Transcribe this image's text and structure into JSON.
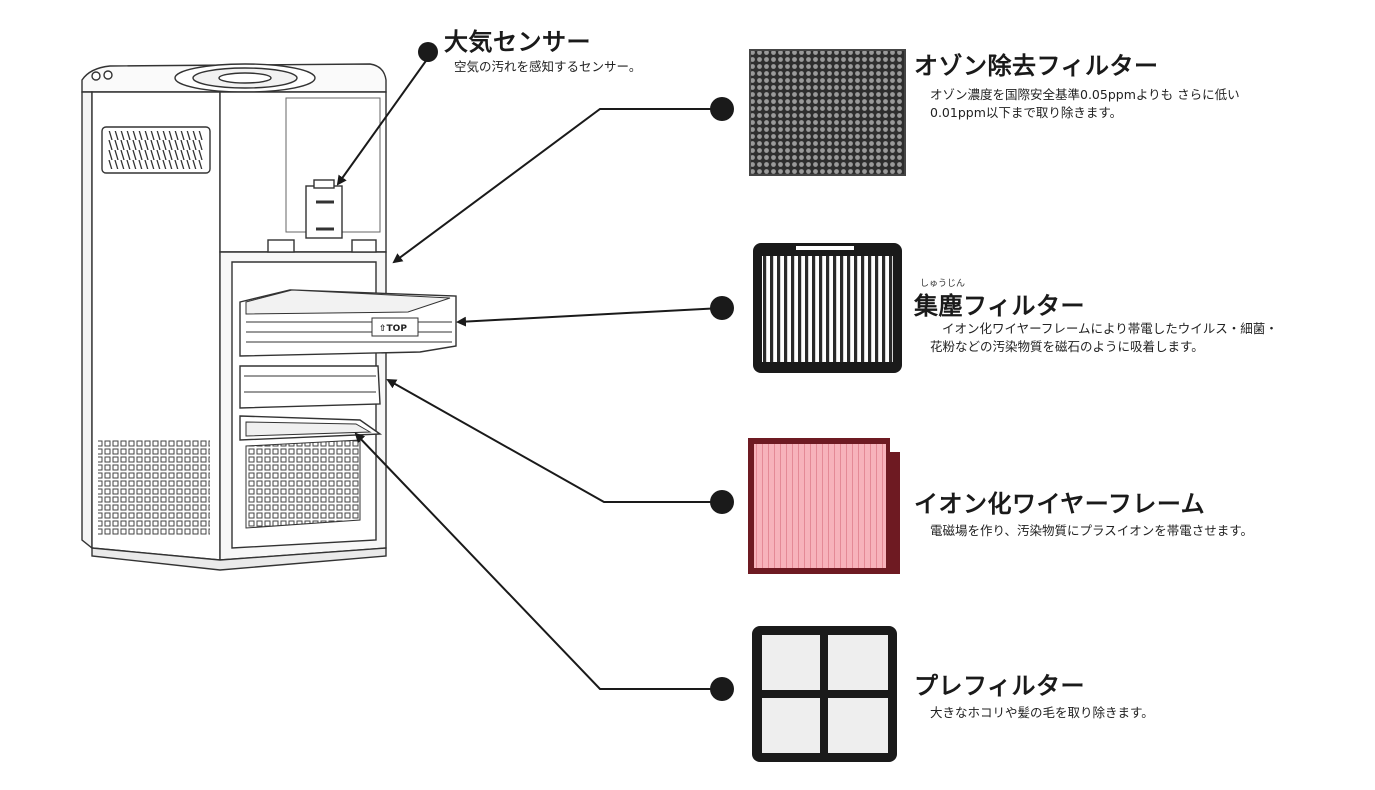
{
  "sensor": {
    "title": "大気センサー",
    "description": "空気の汚れを感知するセンサー。"
  },
  "ozone_filter": {
    "title": "オゾン除去フィルター",
    "description_line1": "オゾン濃度を国際安全基準0.05ppmよりも さらに低い",
    "description_line2": "0.01ppm以下まで取り除きます。"
  },
  "dust_filter": {
    "ruby": "しゅうじん",
    "title": "集塵フィルター",
    "description_line1": "イオン化ワイヤーフレームにより帯電したウイルス・細菌・",
    "description_line2": "花粉などの汚染物質を磁石のように吸着します。"
  },
  "ion_frame": {
    "title": "イオン化ワイヤーフレーム",
    "description": "電磁場を作り、汚染物質にプラスイオンを帯電させます。"
  },
  "pre_filter": {
    "title": "プレフィルター",
    "description": "大きなホコリや髪の毛を取り除きます。"
  },
  "device": {
    "tray_label": "⇧TOP"
  },
  "colors": {
    "line": "#1a1a1a",
    "ion_fill": "#f7b3bb",
    "ion_border": "#6e1a22",
    "ozone_mesh": "#3a3a3a",
    "prefilter_cell": "#eeeeee"
  }
}
